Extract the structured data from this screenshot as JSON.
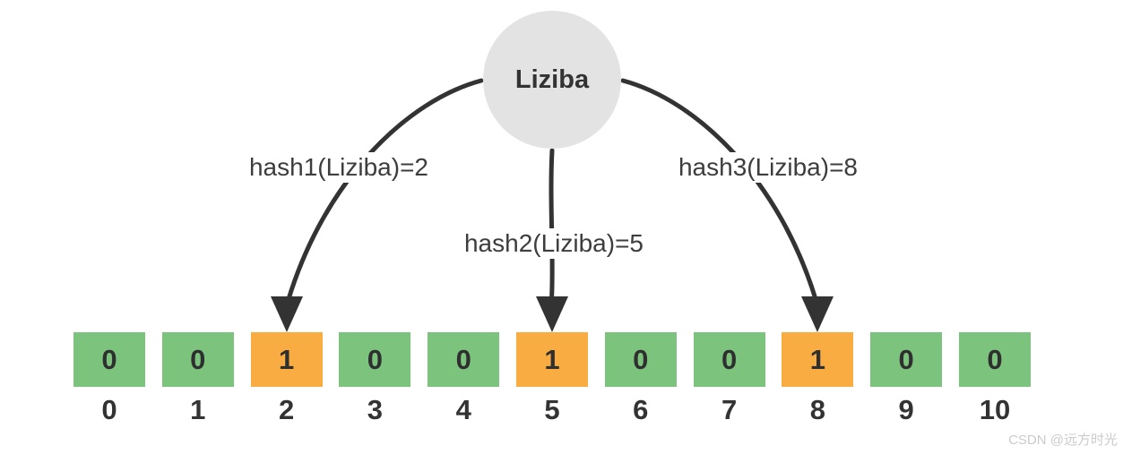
{
  "node": {
    "label": "Liziba"
  },
  "hash_labels": [
    {
      "text": "hash1(Liziba)=2"
    },
    {
      "text": "hash2(Liziba)=5"
    },
    {
      "text": "hash3(Liziba)=8"
    }
  ],
  "bit_array": {
    "values": [
      0,
      0,
      1,
      0,
      0,
      1,
      0,
      0,
      1,
      0,
      0
    ],
    "indices": [
      0,
      1,
      2,
      3,
      4,
      5,
      6,
      7,
      8,
      9,
      10
    ],
    "set_positions": [
      2,
      5,
      8
    ]
  },
  "colors": {
    "bit_set": "#F9AC41",
    "bit_unset": "#7CC47E",
    "node_fill": "#E3E3E3",
    "arrow": "#333333"
  },
  "watermark": "CSDN @远方时光"
}
